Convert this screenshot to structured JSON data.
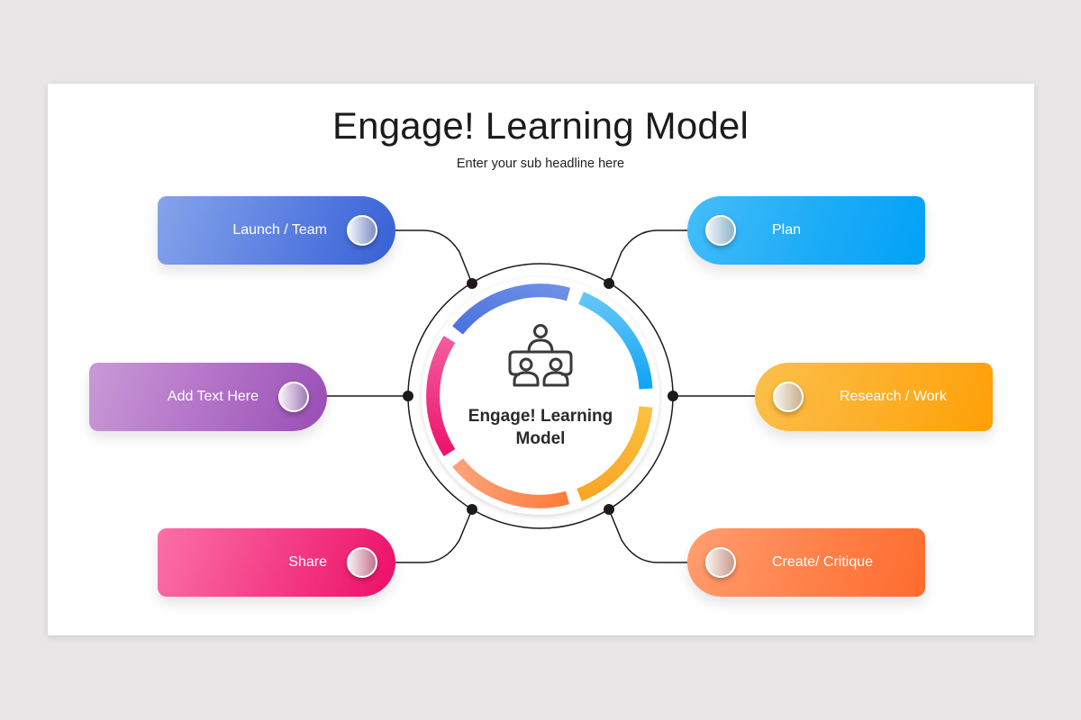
{
  "slide": {
    "title": "Engage! Learning Model",
    "subtitle": "Enter your sub headline here"
  },
  "center": {
    "label": "Engage! Learning Model",
    "icon": "meeting-table-people-icon"
  },
  "nodes": [
    {
      "id": "launch-team",
      "label": "Launch / Team",
      "side": "left",
      "position": "top",
      "colors": [
        "#7f9ee8",
        "#3e63d6"
      ]
    },
    {
      "id": "add-text-here",
      "label": "Add Text Here",
      "side": "left",
      "position": "middle",
      "colors": [
        "#c795d3",
        "#9c4fb6"
      ]
    },
    {
      "id": "share",
      "label": "Share",
      "side": "left",
      "position": "bottom",
      "colors": [
        "#f86aa4",
        "#ee1168"
      ]
    },
    {
      "id": "plan",
      "label": "Plan",
      "side": "right",
      "position": "top",
      "colors": [
        "#3fbaf8",
        "#03a2f7"
      ]
    },
    {
      "id": "research-work",
      "label": "Research / Work",
      "side": "right",
      "position": "middle",
      "colors": [
        "#fbbf48",
        "#ffa00a"
      ]
    },
    {
      "id": "create-critique",
      "label": "Create/ Critique",
      "side": "right",
      "position": "bottom",
      "colors": [
        "#ff9b6c",
        "#ff6a2e"
      ]
    }
  ],
  "ring_segments": [
    {
      "name": "blue",
      "color_from": "#4a72dc",
      "color_to": "#6c8fe6"
    },
    {
      "name": "light-blue",
      "color_from": "#5cc4f7",
      "color_to": "#12a5f5"
    },
    {
      "name": "yellow",
      "color_from": "#fdc03f",
      "color_to": "#f9a828"
    },
    {
      "name": "orange",
      "color_from": "#ff8a4c",
      "color_to": "#fda27a"
    },
    {
      "name": "pink",
      "color_from": "#f45097",
      "color_to": "#ee1a6e"
    }
  ]
}
